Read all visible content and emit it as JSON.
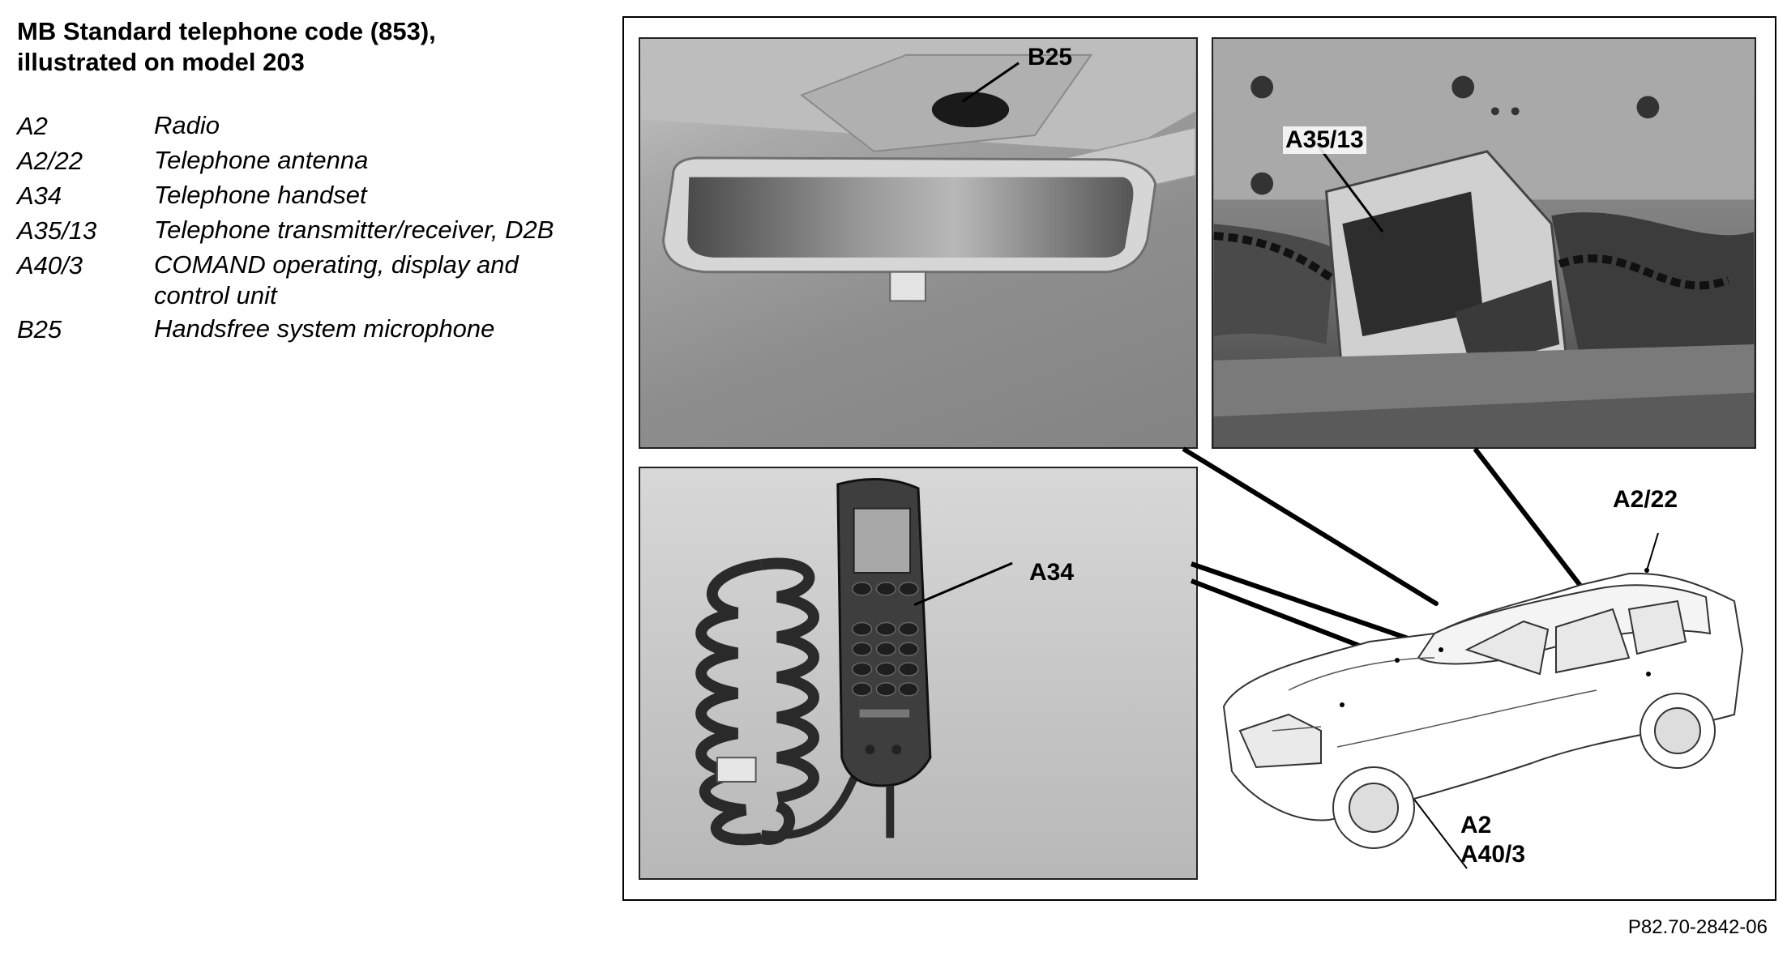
{
  "title": {
    "line1": "MB Standard telephone code (853),",
    "line2": "illustrated on model 203"
  },
  "legend": [
    {
      "code": "A2",
      "desc": "Radio"
    },
    {
      "code": "A2/22",
      "desc": "Telephone antenna"
    },
    {
      "code": "A34",
      "desc": "Telephone handset"
    },
    {
      "code": "A35/13",
      "desc": "Telephone transmitter/receiver, D2B"
    },
    {
      "code": "A40/3",
      "desc": "COMAND operating, display and control unit"
    },
    {
      "code": "B25",
      "desc": "Handsfree system microphone"
    }
  ],
  "callouts": {
    "b25": "B25",
    "a35_13": "A35/13",
    "a34": "A34",
    "a2_22": "A2/22",
    "a2": "A2",
    "a40_3": "A40/3"
  },
  "figure_number": "P82.70-2842-06"
}
